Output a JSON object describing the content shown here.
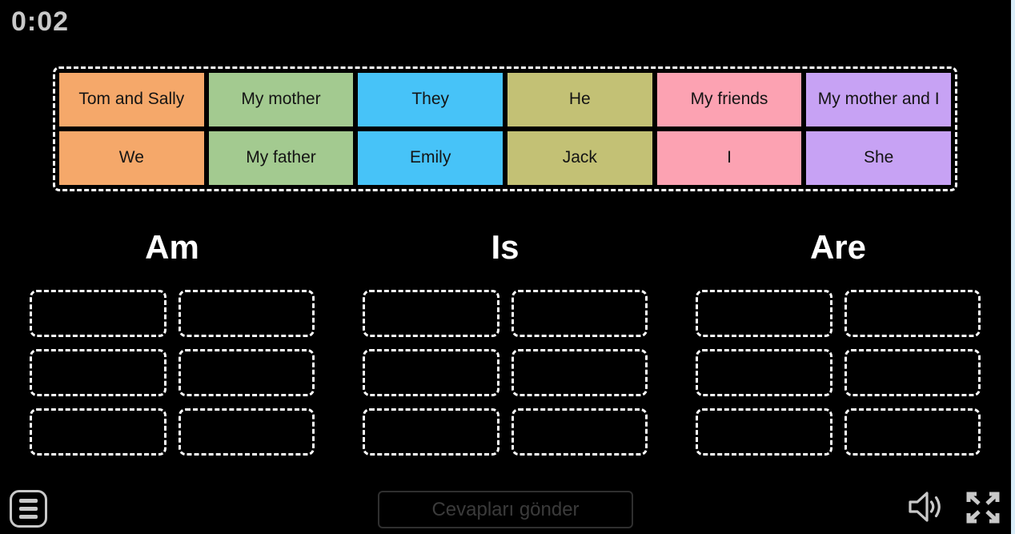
{
  "timer": {
    "value": "0:02"
  },
  "tile_bank": {
    "tiles": [
      {
        "label": "Tom and Sally",
        "color": "#f5a86a"
      },
      {
        "label": "My mother",
        "color": "#a3ca90"
      },
      {
        "label": "They",
        "color": "#47c3f8"
      },
      {
        "label": "He",
        "color": "#c3c175"
      },
      {
        "label": "My friends",
        "color": "#fca2b2"
      },
      {
        "label": "My mother and I",
        "color": "#c7a2f4"
      },
      {
        "label": "We",
        "color": "#f5a86a"
      },
      {
        "label": "My father",
        "color": "#a3ca90"
      },
      {
        "label": "Emily",
        "color": "#47c3f8"
      },
      {
        "label": "Jack",
        "color": "#c3c175"
      },
      {
        "label": "I",
        "color": "#fca2b2"
      },
      {
        "label": "She",
        "color": "#c7a2f4"
      }
    ]
  },
  "groups": [
    {
      "label": "Am",
      "empty_slots": 6
    },
    {
      "label": "Is",
      "empty_slots": 6
    },
    {
      "label": "Are",
      "empty_slots": 6
    }
  ],
  "footer": {
    "menu_icon": "hamburger-icon",
    "submit_label": "Cevapları gönder",
    "volume_icon": "speaker-icon",
    "fullscreen_icon": "fullscreen-icon"
  },
  "colors": {
    "background": "#000000",
    "dashed_border": "#ffffff",
    "muted_control": "#c9c9c9",
    "disabled_button_border": "#2f2f2f",
    "disabled_button_text": "#3b3b3b",
    "tile_text": "#141414",
    "right_edge_strip": "#d9edf8"
  }
}
